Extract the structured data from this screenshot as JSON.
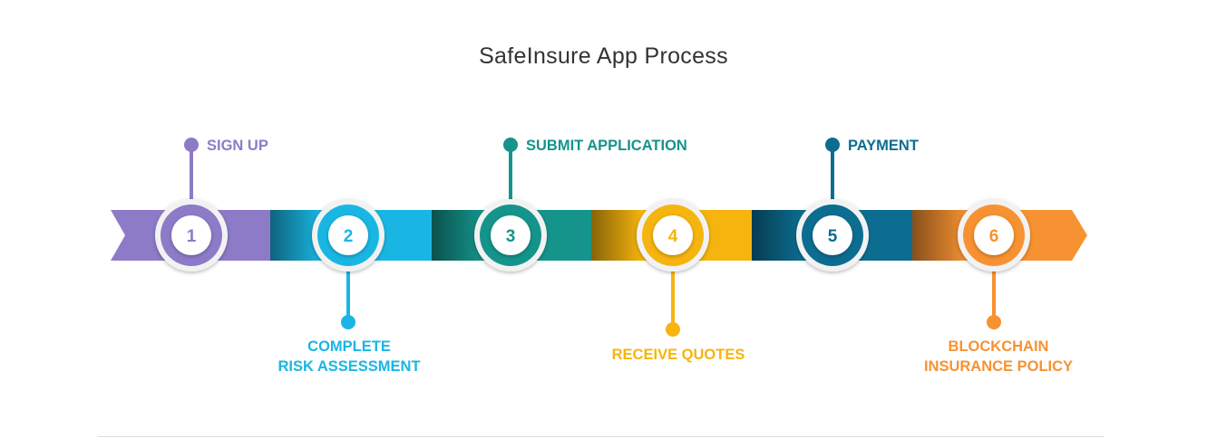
{
  "title": "SafeInsure App Process",
  "steps": [
    {
      "number": "1",
      "label_lines": [
        "SIGN UP"
      ],
      "label_position": "above",
      "color": "#8d7bc8"
    },
    {
      "number": "2",
      "label_lines": [
        "COMPLETE",
        "RISK ASSESSMENT"
      ],
      "label_position": "below",
      "color": "#1ab6e3"
    },
    {
      "number": "3",
      "label_lines": [
        "SUBMIT APPLICATION"
      ],
      "label_position": "above",
      "color": "#14948b"
    },
    {
      "number": "4",
      "label_lines": [
        "RECEIVE QUOTES"
      ],
      "label_position": "below",
      "color": "#f6b40e"
    },
    {
      "number": "5",
      "label_lines": [
        "PAYMENT"
      ],
      "label_position": "above",
      "color": "#0c6d91"
    },
    {
      "number": "6",
      "label_lines": [
        "BLOCKCHAIN",
        "INSURANCE POLICY"
      ],
      "label_position": "below",
      "color": "#f79232"
    }
  ]
}
